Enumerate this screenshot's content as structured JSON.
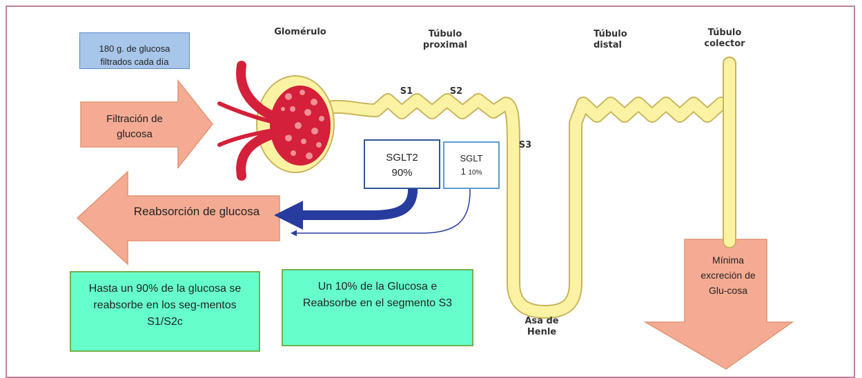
{
  "labels": {
    "glomerulo": "Glomérulo",
    "tubulo_proximal": "Túbulo\nproximal",
    "tubulo_distal": "Túbulo\ndistal",
    "tubulo_colector": "Túbulo\ncolector",
    "s1": "S1",
    "s2": "S2",
    "s3": "S3",
    "asa_de_henle": "Asa de\nHenle"
  },
  "boxes": {
    "filtrados": "180 g. de glucosa filtrados cada día",
    "filtracion": "Filtración de glucosa",
    "reabsorcion": "Reabsorción de glucosa",
    "sglt2": "SGLT2\n90%",
    "sglt1_main": "SGLT\n1",
    "sglt1_small": "10%",
    "hasta_90": "Hasta un 90% de la glucosa se reabsorbe en los seg-mentos S1/S2c",
    "un_10": "Un 10% de la Glucosa e Reabsorbe en el segmento S3",
    "minima": "Mínima excreción de Glu-cosa"
  },
  "colors": {
    "frame": "#c0809a",
    "arrow_fill": "#f5ab93",
    "arrow_stroke": "#e2936f",
    "green_fill": "#66ffcc",
    "green_stroke": "#6fb04a",
    "blue_box_fill": "#a8c6ea",
    "tubule_fill": "#fbf2a4",
    "tubule_stroke": "#c8b45a",
    "glomerulus_red": "#d4203a",
    "reabsorption_arrow": "#273c9e"
  }
}
